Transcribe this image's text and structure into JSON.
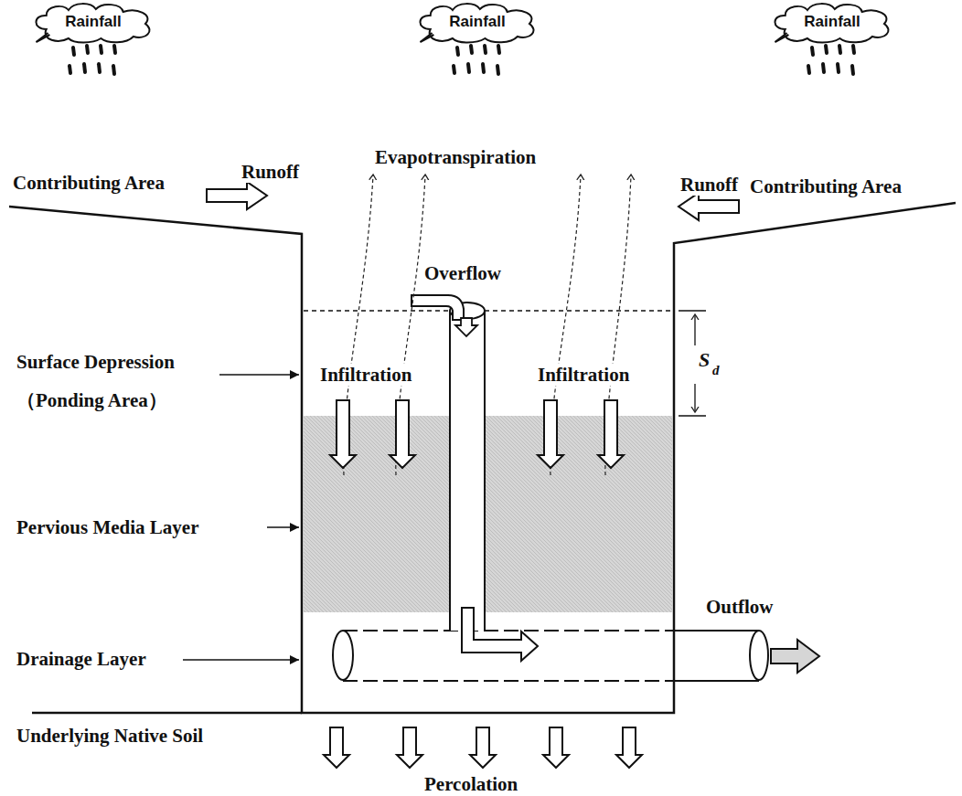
{
  "diagram": {
    "nodes": [
      {
        "text": [
          "Rainfall"
        ]
      },
      {
        "text": [
          "Rainfall"
        ]
      },
      {
        "text": [
          "Rainfall"
        ]
      }
    ],
    "labels": [
      "Evapotranspiration",
      "Contributing Area",
      "Runoff",
      "Runoff",
      "Contributing Area",
      "Overflow",
      "Surface Depression",
      "（Ponding Area）",
      "Infiltration",
      "Infiltration",
      "S",
      "d",
      "Pervious Media Layer",
      "Outflow",
      "Drainage Layer",
      "Underlying Native Soil",
      "Percolation"
    ]
  }
}
